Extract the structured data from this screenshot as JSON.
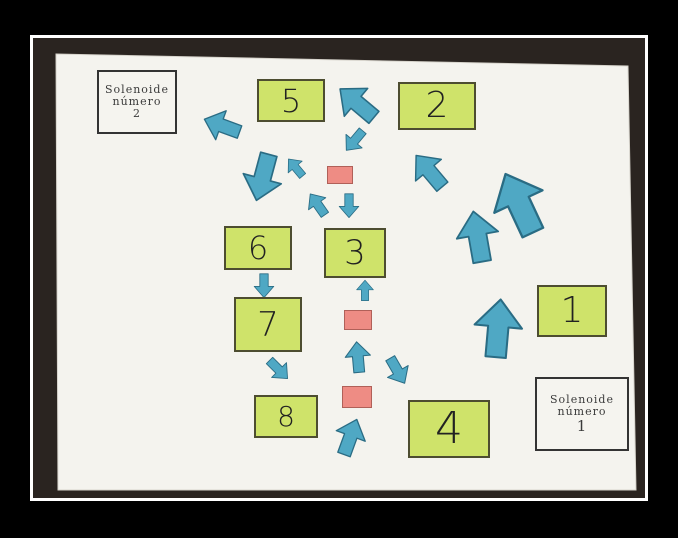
{
  "photo": {
    "numbered_boxes": [
      {
        "id": "1",
        "label": "1"
      },
      {
        "id": "2",
        "label": "2"
      },
      {
        "id": "3",
        "label": "3"
      },
      {
        "id": "4",
        "label": "4"
      },
      {
        "id": "5",
        "label": "5"
      },
      {
        "id": "6",
        "label": "6"
      },
      {
        "id": "7",
        "label": "7"
      },
      {
        "id": "8",
        "label": "8"
      }
    ],
    "solenoid_1": {
      "line1": "Solenoide",
      "line2": "número",
      "line3": "1"
    },
    "solenoid_2": {
      "line1": "Solenoide",
      "line2": "número",
      "line3": "2"
    }
  },
  "colors": {
    "box_fill": "#cfe36a",
    "arrow_fill": "#4fa8c4",
    "square_fill": "#ee8c84",
    "paper": "#f4f3ee",
    "frame": "#ffffff",
    "background": "#000000"
  },
  "icons": [
    "arrow-icon",
    "red-square-icon"
  ]
}
